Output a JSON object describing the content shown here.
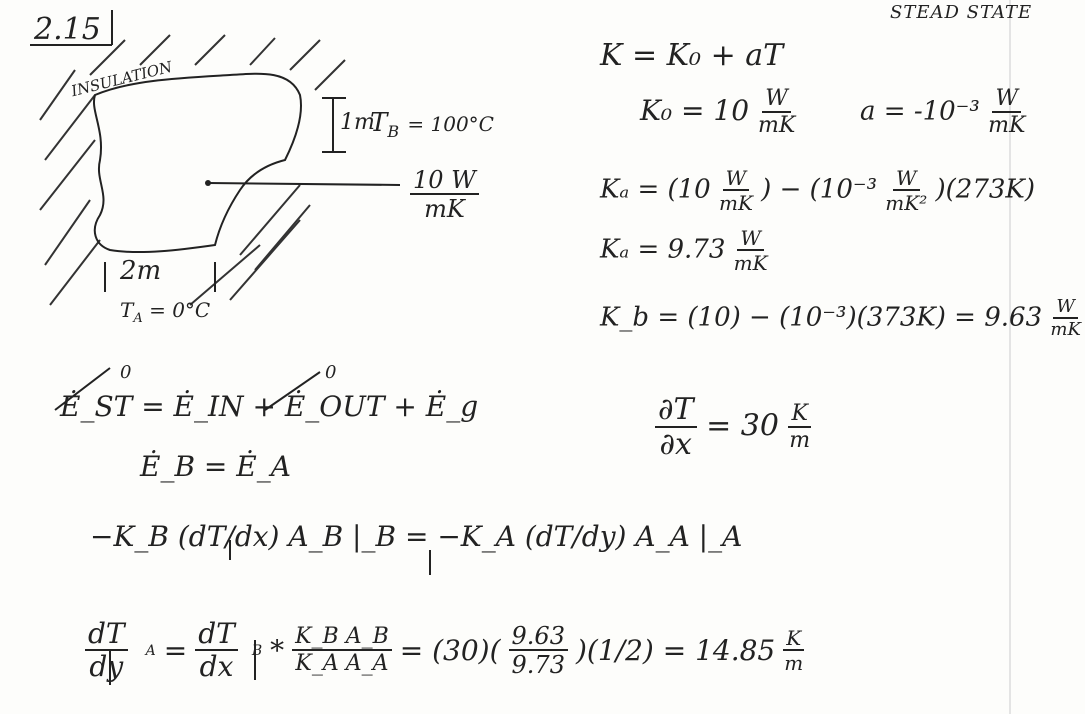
{
  "problem_number": "2.15",
  "header_note": "STEAD STATE",
  "diagram": {
    "insulation_label": "INSULATION",
    "height_dim": "1m",
    "tb_label": "T",
    "tb_sub": "B",
    "tb_value": "= 100°C",
    "k_label_num": "10 W",
    "k_label_den": "mK",
    "width_dim": "2m",
    "ta_label": "T",
    "ta_sub": "A",
    "ta_value": "= 0°C"
  },
  "equations": {
    "k_relation": "K = K₀ + aT",
    "k0_lhs": "K₀ = 10",
    "k0_num": "W",
    "k0_den": "mK",
    "a_lhs": "a = -10⁻³",
    "a_num": "W",
    "a_den": "mK",
    "ka_line1_left": "Kₐ = (10",
    "ka_line1_num": "W",
    "ka_line1_den": "mK",
    "ka_line1_mid": ") − (10⁻³",
    "ka_line1_num2": "W",
    "ka_line1_den2": "mK²",
    "ka_line1_right": ")(273K)",
    "ka_line2_left": "Kₐ = 9.73",
    "ka_line2_num": "W",
    "ka_line2_den": "mK",
    "kb_line": "K_b = (10) − (10⁻³)(373K) = 9.63",
    "kb_num": "W",
    "kb_den": "mK",
    "dtdx_num": "∂T",
    "dtdx_den": "∂x",
    "dtdx_value": "= 30",
    "dtdx_unit_num": "K",
    "dtdx_unit_den": "m",
    "energy_balance": "Ė_ST = Ė_IN + Ė_OUT + Ė_g",
    "zero_1": "0",
    "zero_2": "0",
    "eb_line2": "Ė_B = Ė_A",
    "eb_line3": "−K_B (dT/dx) A_B |_B = −K_A (dT/dy) A_A |_A",
    "final_lhs_num": "dT",
    "final_lhs_den": "dy",
    "final_lhs_sub": "A",
    "final_eq": "=",
    "final_mid_num": "dT",
    "final_mid_den": "dx",
    "final_mid_sub": "B",
    "final_star": "*",
    "final_ratio_num": "K_B A_B",
    "final_ratio_den": "K_A A_A",
    "final_eq2": "= (30)(",
    "final_r_num": "9.63",
    "final_r_den": "9.73",
    "final_half": ")(1/2) = 14.85",
    "final_unit_num": "K",
    "final_unit_den": "m"
  }
}
